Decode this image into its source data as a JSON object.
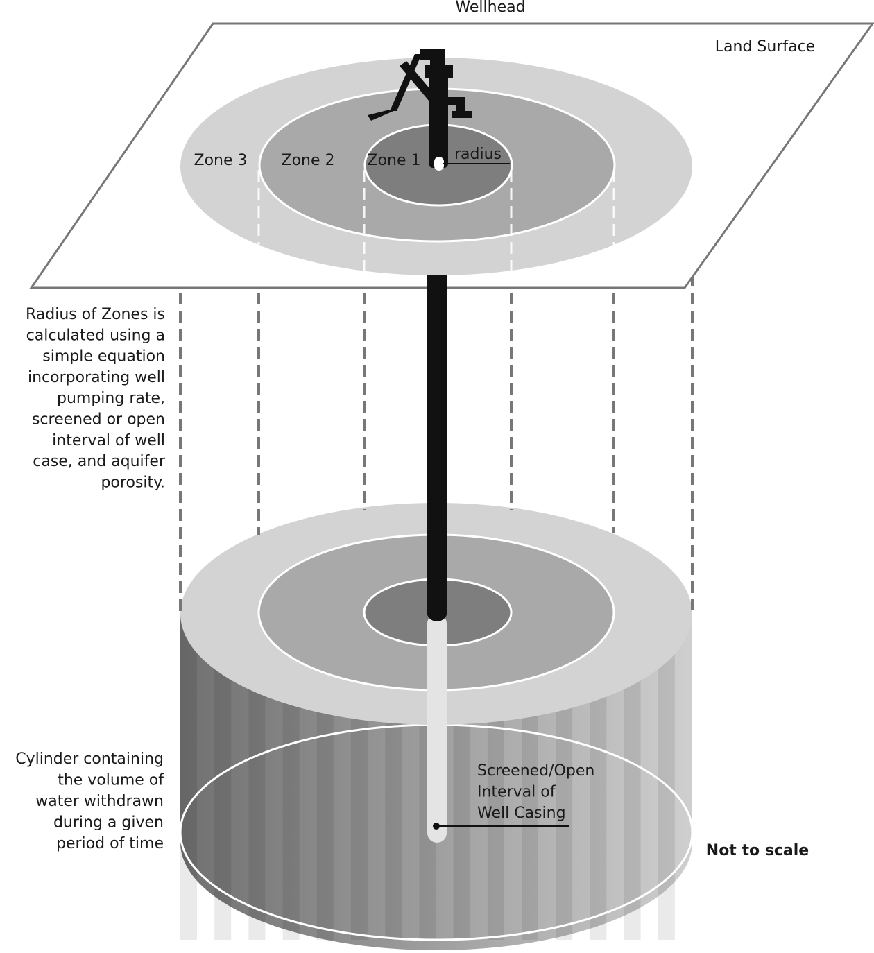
{
  "labels": {
    "wellhead": "Wellhead",
    "land_surface": "Land Surface",
    "zone3": "Zone 3",
    "zone2": "Zone 2",
    "zone1": "Zone 1",
    "radius": "radius",
    "not_to_scale": "Not to scale"
  },
  "notes": {
    "radius_note": [
      "Radius of Zones is",
      "calculated using a",
      "simple equation",
      "incorporating well",
      "pumping rate,",
      "screened or open",
      "interval of well",
      "case, and aquifer",
      "porosity."
    ],
    "cylinder_note": [
      "Cylinder containing",
      "the volume of",
      "water withdrawn",
      "during a given",
      "period of time"
    ],
    "screen_note": [
      "Screened/Open",
      "Interval of",
      "Well Casing"
    ]
  },
  "colors": {
    "zone3": "#d3d3d3",
    "zone2": "#a9a9a9",
    "zone1": "#7e7e7e",
    "well": "#111111",
    "screen": "#e4e4e4",
    "outline": "#777777"
  }
}
